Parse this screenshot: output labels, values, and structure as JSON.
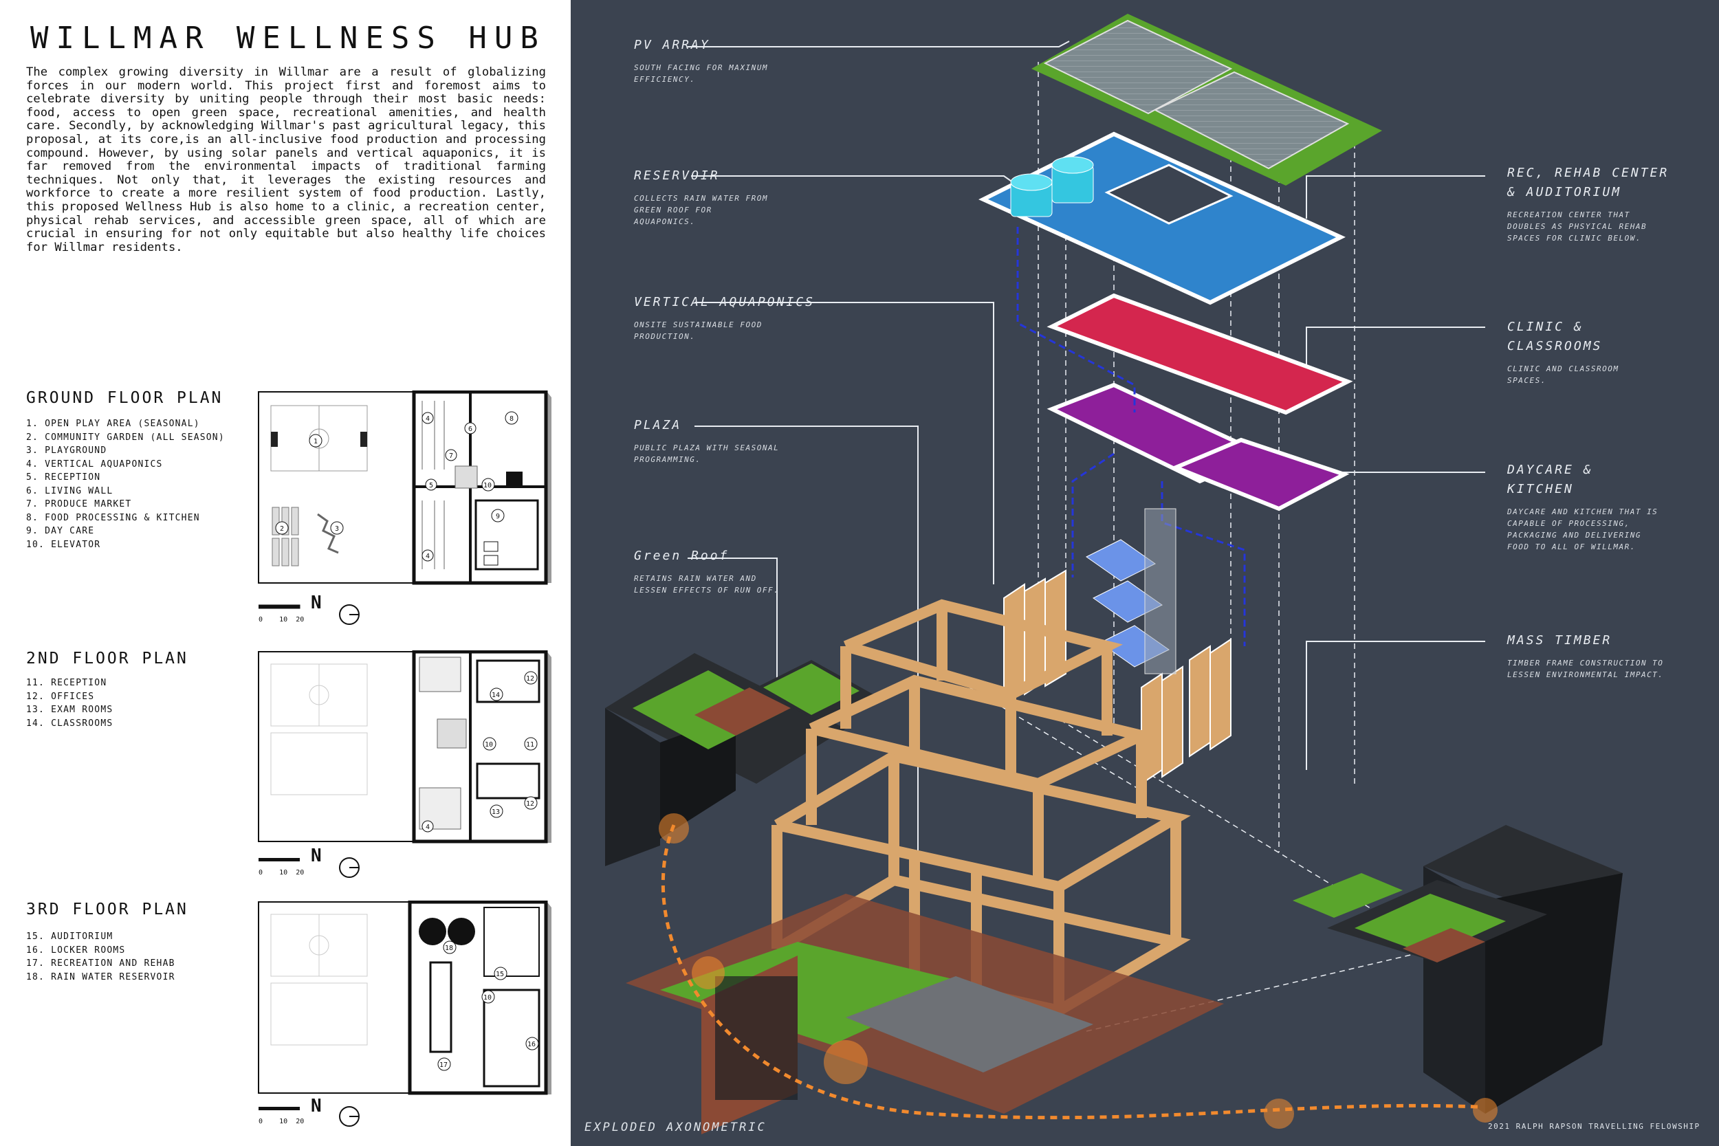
{
  "title": "WILLMAR WELLNESS HUB",
  "intro": "The complex growing diversity in Willmar are a result of globalizing forces in our modern world. This project first and foremost aims to celebrate diversity by uniting people through their most basic needs: food, access to open green space, recreational amenities, and health care. Secondly, by acknowledging Willmar's past agricultural legacy, this proposal, at its core,is an all-inclusive food production and processing compound. However, by using solar panels and vertical aquaponics, it is far removed from the environmental impacts of traditional farming techniques. Not only that, it leverages the existing resources and workforce to create a more resilient system of food production. Lastly, this proposed Wellness Hub is also home to a clinic, a recreation center, physical rehab services, and accessible green space, all of which are crucial in ensuring for not only equitable but also healthy life choices for Willmar residents.",
  "plans": [
    {
      "title": "GROUND FLOOR PLAN",
      "items": [
        "1. OPEN PLAY AREA (SEASONAL)",
        "2. COMMUNITY GARDEN (ALL SEASON)",
        "3. PLAYGROUND",
        "4. VERTICAL AQUAPONICS",
        "5. RECEPTION",
        "6. LIVING WALL",
        "7. PRODUCE MARKET",
        "8. FOOD PROCESSING & KITCHEN",
        "9. DAY CARE",
        "10. ELEVATOR"
      ]
    },
    {
      "title": "2ND FLOOR PLAN",
      "items": [
        "11. RECEPTION",
        "12. OFFICES",
        "13. EXAM ROOMS",
        "14. CLASSROOMS"
      ]
    },
    {
      "title": "3RD FLOOR PLAN",
      "items": [
        "15. AUDITORIUM",
        "16. LOCKER ROOMS",
        "17. RECREATION AND REHAB",
        "18. RAIN WATER RESERVOIR"
      ]
    }
  ],
  "scale": {
    "zero": "0",
    "ten": "10",
    "twenty": "20",
    "north": "N"
  },
  "callouts": {
    "pv": {
      "title": "PV ARRAY",
      "desc": "SOUTH FACING FOR MAXINUM EFFICIENCY."
    },
    "reservoir": {
      "title": "RESERVOIR",
      "desc": "COLLECTS RAIN WATER FROM GREEN ROOF FOR AQUAPONICS."
    },
    "aquaponics": {
      "title": "VERTICAL AQUAPONICS",
      "desc": "ONSITE SUSTAINABLE FOOD PRODUCTION."
    },
    "plaza": {
      "title": "PLAZA",
      "desc": "PUBLIC PLAZA WITH SEASONAL PROGRAMMING."
    },
    "greenroof": {
      "title": "Green Roof",
      "desc": "RETAINS RAIN WATER AND LESSEN EFFECTS OF RUN OFF."
    },
    "rec": {
      "title": "REC, REHAB CENTER & AUDITORIUM",
      "desc": "RECREATION CENTER THAT DOUBLES AS PHSYICAL REHAB SPACES FOR CLINIC BELOW."
    },
    "clinic": {
      "title": "CLINIC & CLASSROOMS",
      "desc": "CLINIC AND CLASSROOM SPACES."
    },
    "daycare": {
      "title": "DAYCARE & KITCHEN",
      "desc": "DAYCARE AND KITCHEN THAT IS CAPABLE OF PROCESSING, PACKAGING AND DELIVERING FOOD TO ALL OF WILLMAR."
    },
    "timber": {
      "title": "MASS TIMBER",
      "desc": "TIMBER FRAME CONSTRUCTION TO LESSEN ENVIRONMENTAL IMPACT."
    }
  },
  "footer": {
    "left": "EXPLODED AXONOMETRIC",
    "right": "2021 RALPH RAPSON TRAVELLING FELOWSHIP"
  },
  "colors": {
    "background": "#3b4350",
    "green": "#5aa52c",
    "blue": "#2f84cc",
    "red": "#d4264e",
    "purple": "#8e1f9a",
    "timber": "#d9a66c"
  }
}
